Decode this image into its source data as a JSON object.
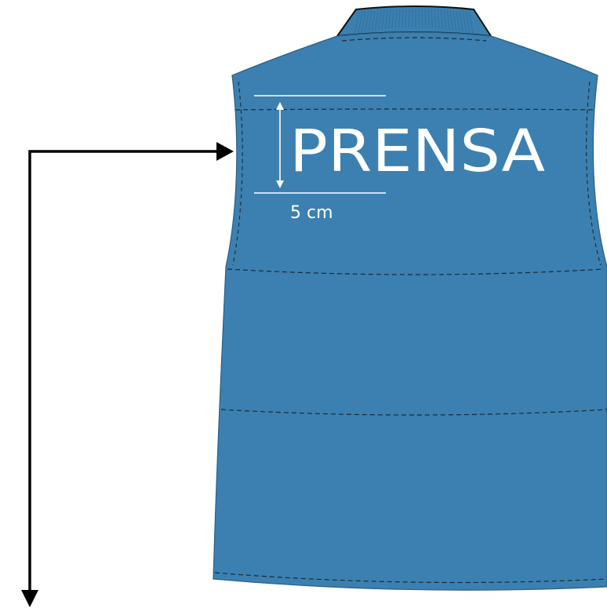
{
  "print": {
    "text": "PRENSA",
    "color": "#ffffff"
  },
  "dimension": {
    "label": "5 cm",
    "value_cm": 5
  },
  "colors": {
    "vest": "#3b80b0",
    "seam": "#1b2a36",
    "callout_arrow": "#000000"
  }
}
